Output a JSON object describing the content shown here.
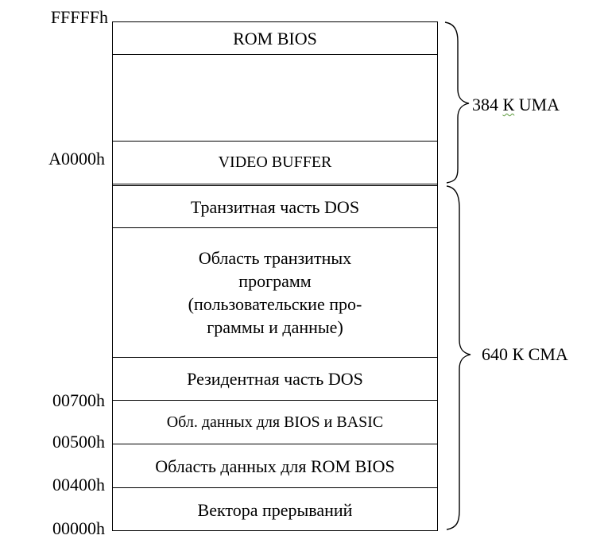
{
  "addresses": {
    "fffff": "FFFFFh",
    "a0000": "A0000h",
    "a00700": "00700h",
    "a00500": "00500h",
    "a00400": "00400h",
    "a00000": "00000h"
  },
  "regions": {
    "rom_bios": "ROM BIOS",
    "empty": "",
    "video_buffer": "VIDEO BUFFER",
    "transient_dos": "Транзитная часть DOS",
    "transient_programs": {
      "line1": "Область транзитных",
      "line2": "программ",
      "line3": "(пользовательские про-",
      "line4": "граммы и данные)"
    },
    "resident_dos": "Резидентная часть DOS",
    "bios_basic_data": "Обл. данных для BIOS и BASIC",
    "rom_bios_data": "Область данных для ROM BIOS",
    "interrupt_vectors": "Вектора прерываний"
  },
  "ranges": {
    "uma": {
      "size": "384",
      "k": "К",
      "name": "UMA"
    },
    "cma": {
      "size": "640 К CMA"
    }
  }
}
